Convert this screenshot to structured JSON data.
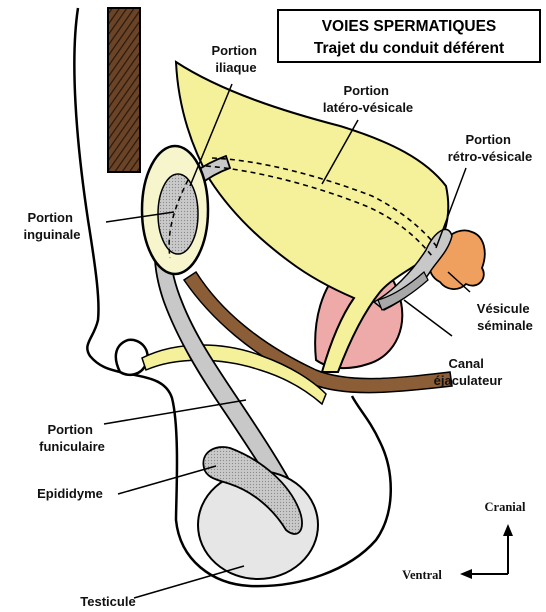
{
  "title": {
    "line1": "VOIES SPERMATIQUES",
    "line2": "Trajet du conduit déférent"
  },
  "labels": {
    "portion_iliaque": [
      "Portion",
      "iliaque"
    ],
    "portion_latero_vesicale": [
      "Portion",
      "latéro-vésicale"
    ],
    "portion_retro_vesicale": [
      "Portion",
      "rétro-vésicale"
    ],
    "portion_inguinale": [
      "Portion",
      "inguinale"
    ],
    "vesicule_seminale": [
      "Vésicule",
      "séminale"
    ],
    "canal_ejaculateur": [
      "Canal",
      "éjaculateur"
    ],
    "portion_funiculaire": [
      "Portion",
      "funiculaire"
    ],
    "epididyme": "Epididyme",
    "testicule": "Testicule"
  },
  "orientation": {
    "cranial": "Cranial",
    "ventral": "Ventral"
  },
  "colors": {
    "bladder": "#f5f19a",
    "seminal_vesicle": "#f0a05e",
    "prostate": "#eeaaa8",
    "vas_deferens": "#c8c8c8",
    "ureter": "#8b5e38",
    "abdominal_wall": "#4a2e1a",
    "ring": "#f7f5cc",
    "testis": "#e6e6e6",
    "outline": "#000000"
  }
}
